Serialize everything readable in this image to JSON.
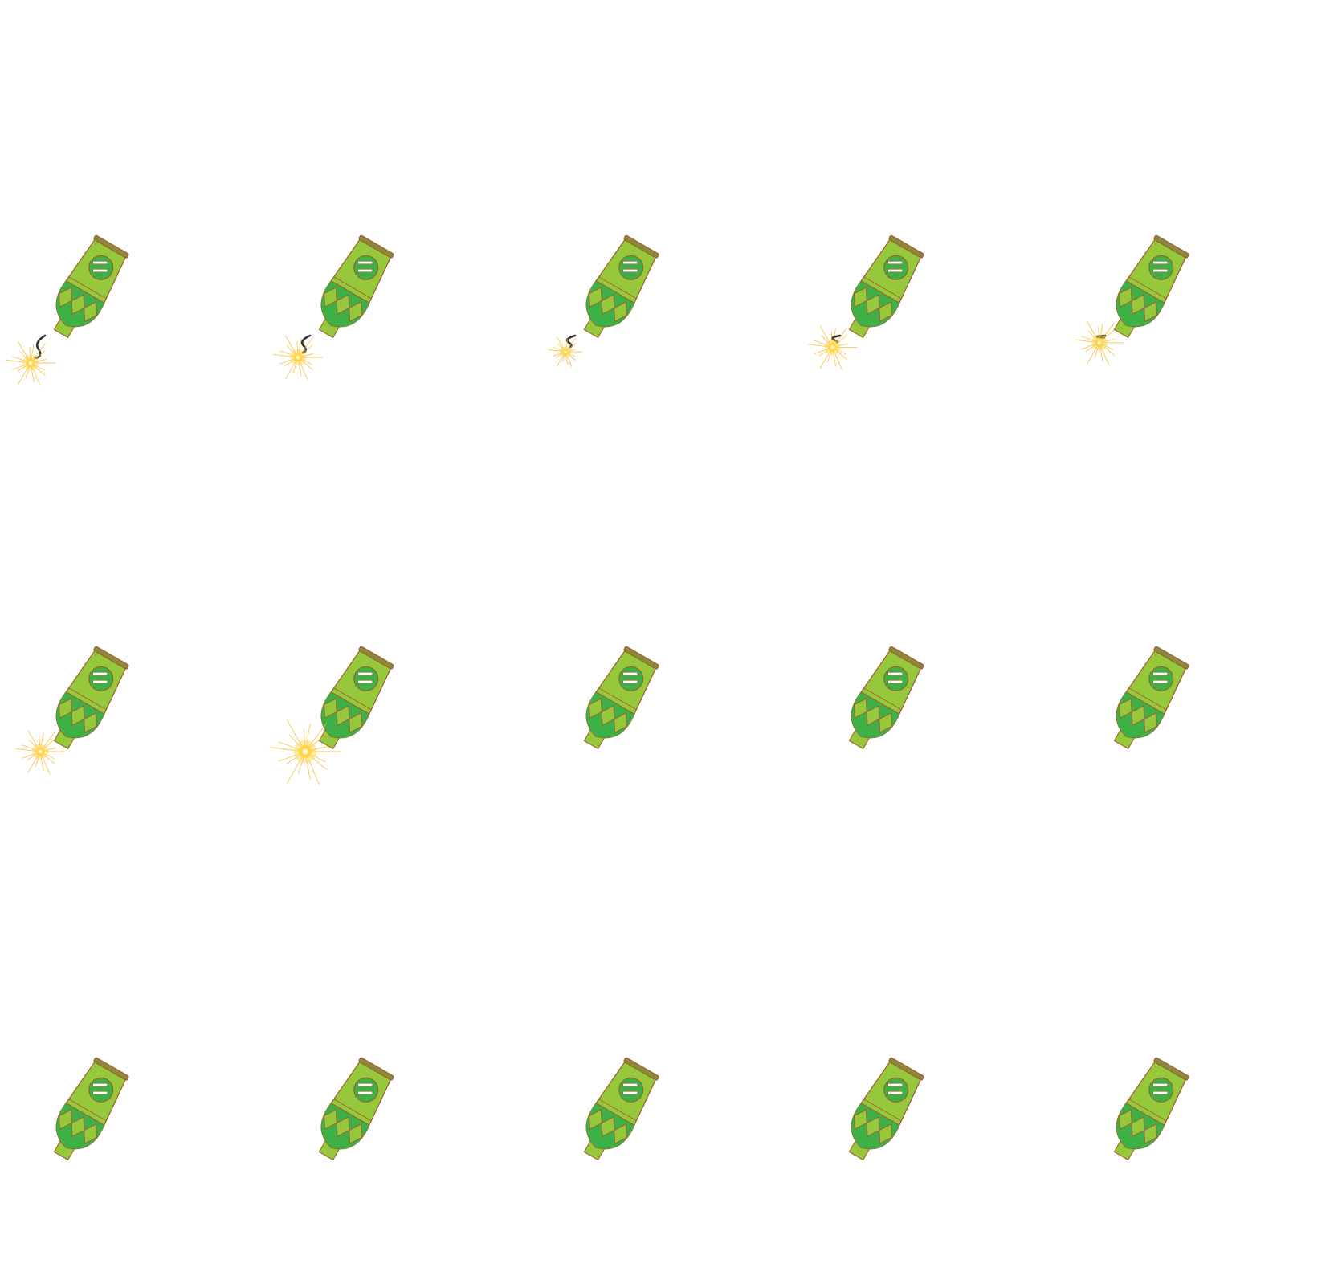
{
  "sprite_sheet": {
    "name": "firecracker-fuse-burn",
    "rows": 3,
    "columns": 5,
    "colors": {
      "body_light": "#96c83b",
      "body_dark": "#3db046",
      "outline": "#a5562a",
      "cap": "#8a8a3a",
      "fuse": "#333333",
      "spark_core": "#ffd54a",
      "spark_ray": "#f5b82e",
      "emblem_bar": "#ffffff"
    },
    "frames": [
      {
        "fuse_remaining": 1.0,
        "spark": "medium"
      },
      {
        "fuse_remaining": 0.75,
        "spark": "medium"
      },
      {
        "fuse_remaining": 0.5,
        "spark": "small"
      },
      {
        "fuse_remaining": 0.3,
        "spark": "medium"
      },
      {
        "fuse_remaining": 0.1,
        "spark": "medium"
      },
      {
        "fuse_remaining": 0.0,
        "spark": "medium"
      },
      {
        "fuse_remaining": 0.0,
        "spark": "large"
      },
      {
        "fuse_remaining": 0.0,
        "spark": "none"
      },
      {
        "fuse_remaining": 0.0,
        "spark": "none"
      },
      {
        "fuse_remaining": 0.0,
        "spark": "none"
      },
      {
        "fuse_remaining": 0.0,
        "spark": "none"
      },
      {
        "fuse_remaining": 0.0,
        "spark": "none"
      },
      {
        "fuse_remaining": 0.0,
        "spark": "none"
      },
      {
        "fuse_remaining": 0.0,
        "spark": "none"
      },
      {
        "fuse_remaining": 0.0,
        "spark": "none"
      }
    ]
  }
}
